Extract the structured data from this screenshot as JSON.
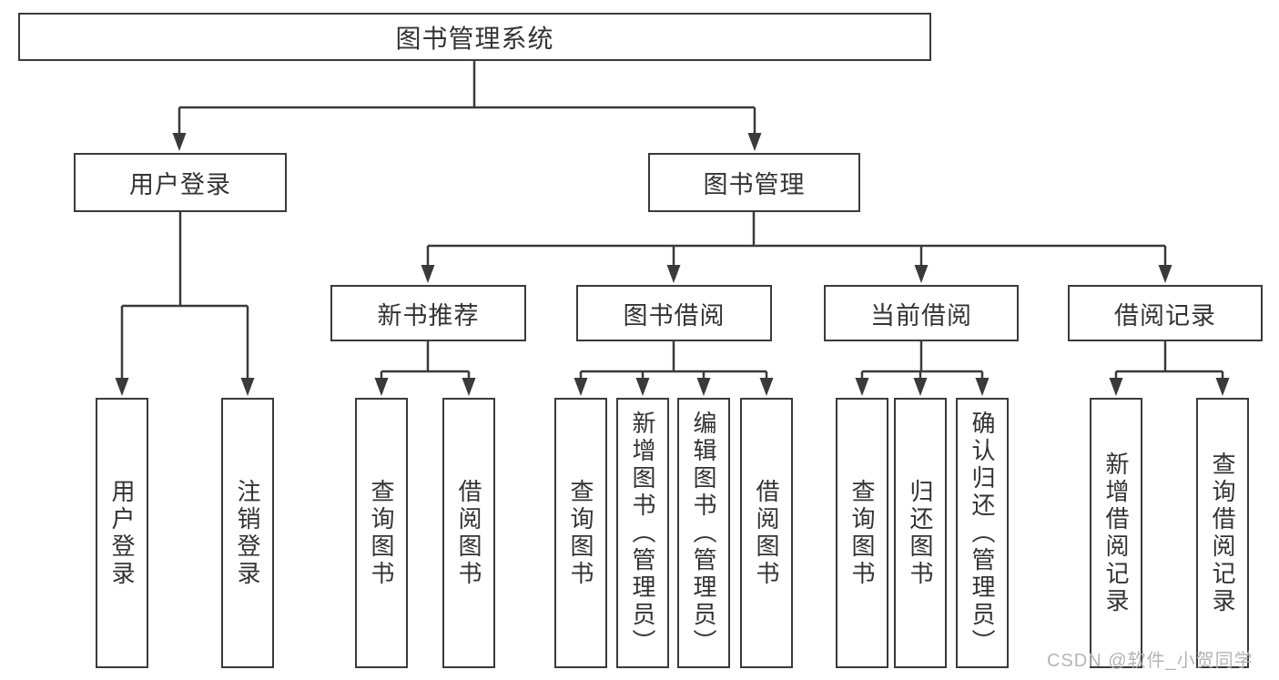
{
  "diagram": {
    "title": "图书管理系统",
    "branches": [
      {
        "label": "用户登录",
        "children": [
          {
            "label": "用户登录"
          },
          {
            "label": "注销登录"
          }
        ]
      },
      {
        "label": "图书管理",
        "children": [
          {
            "label": "新书推荐",
            "children": [
              {
                "label": "查询图书"
              },
              {
                "label": "借阅图书"
              }
            ]
          },
          {
            "label": "图书借阅",
            "children": [
              {
                "label": "查询图书"
              },
              {
                "label": "新增图书（管理员）"
              },
              {
                "label": "编辑图书（管理员）"
              },
              {
                "label": "借阅图书"
              }
            ]
          },
          {
            "label": "当前借阅",
            "children": [
              {
                "label": "查询图书"
              },
              {
                "label": "归还图书"
              },
              {
                "label": "确认归还（管理员）"
              }
            ]
          },
          {
            "label": "借阅记录",
            "children": [
              {
                "label": "新增借阅记录"
              },
              {
                "label": "查询借阅记录"
              }
            ]
          }
        ]
      }
    ]
  },
  "watermark": {
    "text": "CSDN @软件_小贺同学"
  },
  "colors": {
    "line": "#3a3a3a",
    "text": "#333333",
    "background": "#ffffff",
    "watermark": "#b5b5b5"
  }
}
